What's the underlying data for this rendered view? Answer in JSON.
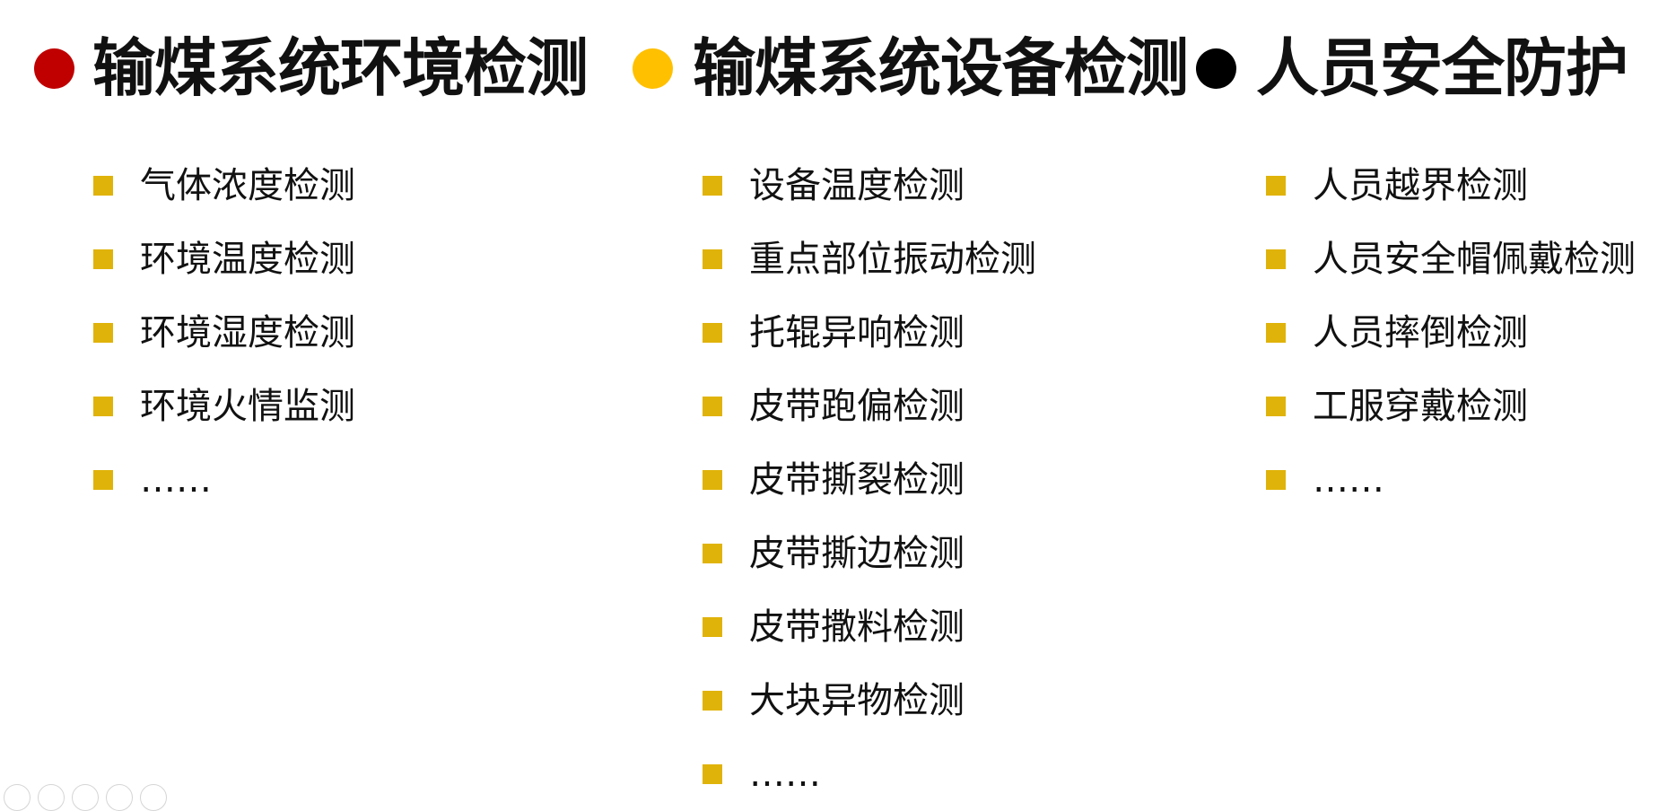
{
  "colors": {
    "bullet": "#E0B30A",
    "col1_dot": "#C00000",
    "col2_dot": "#FFC000",
    "col3_dot": "#000000"
  },
  "columns": [
    {
      "title": "输煤系统环境检测",
      "items": [
        "气体浓度检测",
        "环境温度检测",
        "环境湿度检测",
        "环境火情监测",
        "……"
      ]
    },
    {
      "title": "输煤系统设备检测",
      "items": [
        "设备温度检测",
        "重点部位振动检测",
        "托辊异响检测",
        "皮带跑偏检测",
        "皮带撕裂检测",
        "皮带撕边检测",
        "皮带撒料检测",
        "大块异物检测",
        "……"
      ]
    },
    {
      "title": "人员安全防护",
      "items": [
        "人员越界检测",
        "人员安全帽佩戴检测",
        "人员摔倒检测",
        "工服穿戴检测",
        "……"
      ]
    }
  ],
  "footer": {
    "icons": [
      "play-icon",
      "pen-icon",
      "grid-icon",
      "zoom-icon",
      "more-icon"
    ]
  }
}
